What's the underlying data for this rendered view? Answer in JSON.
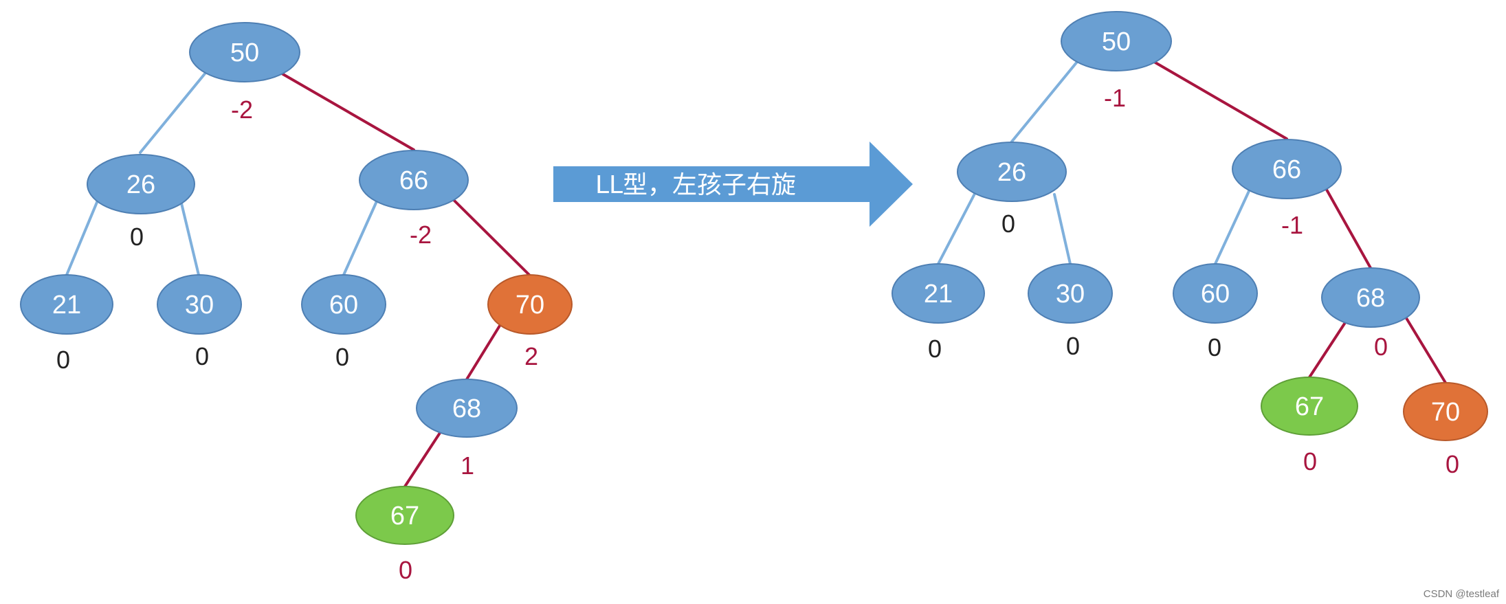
{
  "arrow": {
    "label": "LL型，左孩子右旋"
  },
  "watermark": "CSDN @testleaf",
  "colors": {
    "node_blue": "#6a9fd2",
    "node_blue_stroke": "#4e7fb3",
    "node_orange": "#e07238",
    "node_orange_stroke": "#b8592a",
    "node_green": "#7cc94b",
    "node_green_stroke": "#5e9f37",
    "edge_blue": "#7fb0dc",
    "edge_red": "#a8153f",
    "factor_red": "#a8153f",
    "factor_black": "#222222",
    "arrow_fill": "#5b9bd5"
  },
  "trees": {
    "before": {
      "nodes": [
        {
          "key": "50",
          "factor": "-2",
          "color": "blue",
          "factor_color": "red"
        },
        {
          "key": "26",
          "factor": "0",
          "color": "blue",
          "factor_color": "black"
        },
        {
          "key": "66",
          "factor": "-2",
          "color": "blue",
          "factor_color": "red"
        },
        {
          "key": "21",
          "factor": "0",
          "color": "blue",
          "factor_color": "black"
        },
        {
          "key": "30",
          "factor": "0",
          "color": "blue",
          "factor_color": "black"
        },
        {
          "key": "60",
          "factor": "0",
          "color": "blue",
          "factor_color": "black"
        },
        {
          "key": "70",
          "factor": "2",
          "color": "orange",
          "factor_color": "red"
        },
        {
          "key": "68",
          "factor": "1",
          "color": "blue",
          "factor_color": "red"
        },
        {
          "key": "67",
          "factor": "0",
          "color": "green",
          "factor_color": "red"
        }
      ],
      "edges": [
        {
          "from": "50",
          "to": "26",
          "color": "blue"
        },
        {
          "from": "50",
          "to": "66",
          "color": "red"
        },
        {
          "from": "26",
          "to": "21",
          "color": "blue"
        },
        {
          "from": "26",
          "to": "30",
          "color": "blue"
        },
        {
          "from": "66",
          "to": "60",
          "color": "blue"
        },
        {
          "from": "66",
          "to": "70",
          "color": "red"
        },
        {
          "from": "70",
          "to": "68",
          "color": "red"
        },
        {
          "from": "68",
          "to": "67",
          "color": "red"
        }
      ]
    },
    "after": {
      "nodes": [
        {
          "key": "50",
          "factor": "-1",
          "color": "blue",
          "factor_color": "red"
        },
        {
          "key": "26",
          "factor": "0",
          "color": "blue",
          "factor_color": "black"
        },
        {
          "key": "66",
          "factor": "-1",
          "color": "blue",
          "factor_color": "red"
        },
        {
          "key": "21",
          "factor": "0",
          "color": "blue",
          "factor_color": "black"
        },
        {
          "key": "30",
          "factor": "0",
          "color": "blue",
          "factor_color": "black"
        },
        {
          "key": "60",
          "factor": "0",
          "color": "blue",
          "factor_color": "black"
        },
        {
          "key": "68",
          "factor": "0",
          "color": "blue",
          "factor_color": "red"
        },
        {
          "key": "67",
          "factor": "0",
          "color": "green",
          "factor_color": "red"
        },
        {
          "key": "70",
          "factor": "0",
          "color": "orange",
          "factor_color": "red"
        }
      ],
      "edges": [
        {
          "from": "50",
          "to": "26",
          "color": "blue"
        },
        {
          "from": "50",
          "to": "66",
          "color": "red"
        },
        {
          "from": "26",
          "to": "21",
          "color": "blue"
        },
        {
          "from": "26",
          "to": "30",
          "color": "blue"
        },
        {
          "from": "66",
          "to": "60",
          "color": "blue"
        },
        {
          "from": "66",
          "to": "68",
          "color": "red"
        },
        {
          "from": "68",
          "to": "67",
          "color": "red"
        },
        {
          "from": "68",
          "to": "70",
          "color": "red"
        }
      ]
    }
  }
}
